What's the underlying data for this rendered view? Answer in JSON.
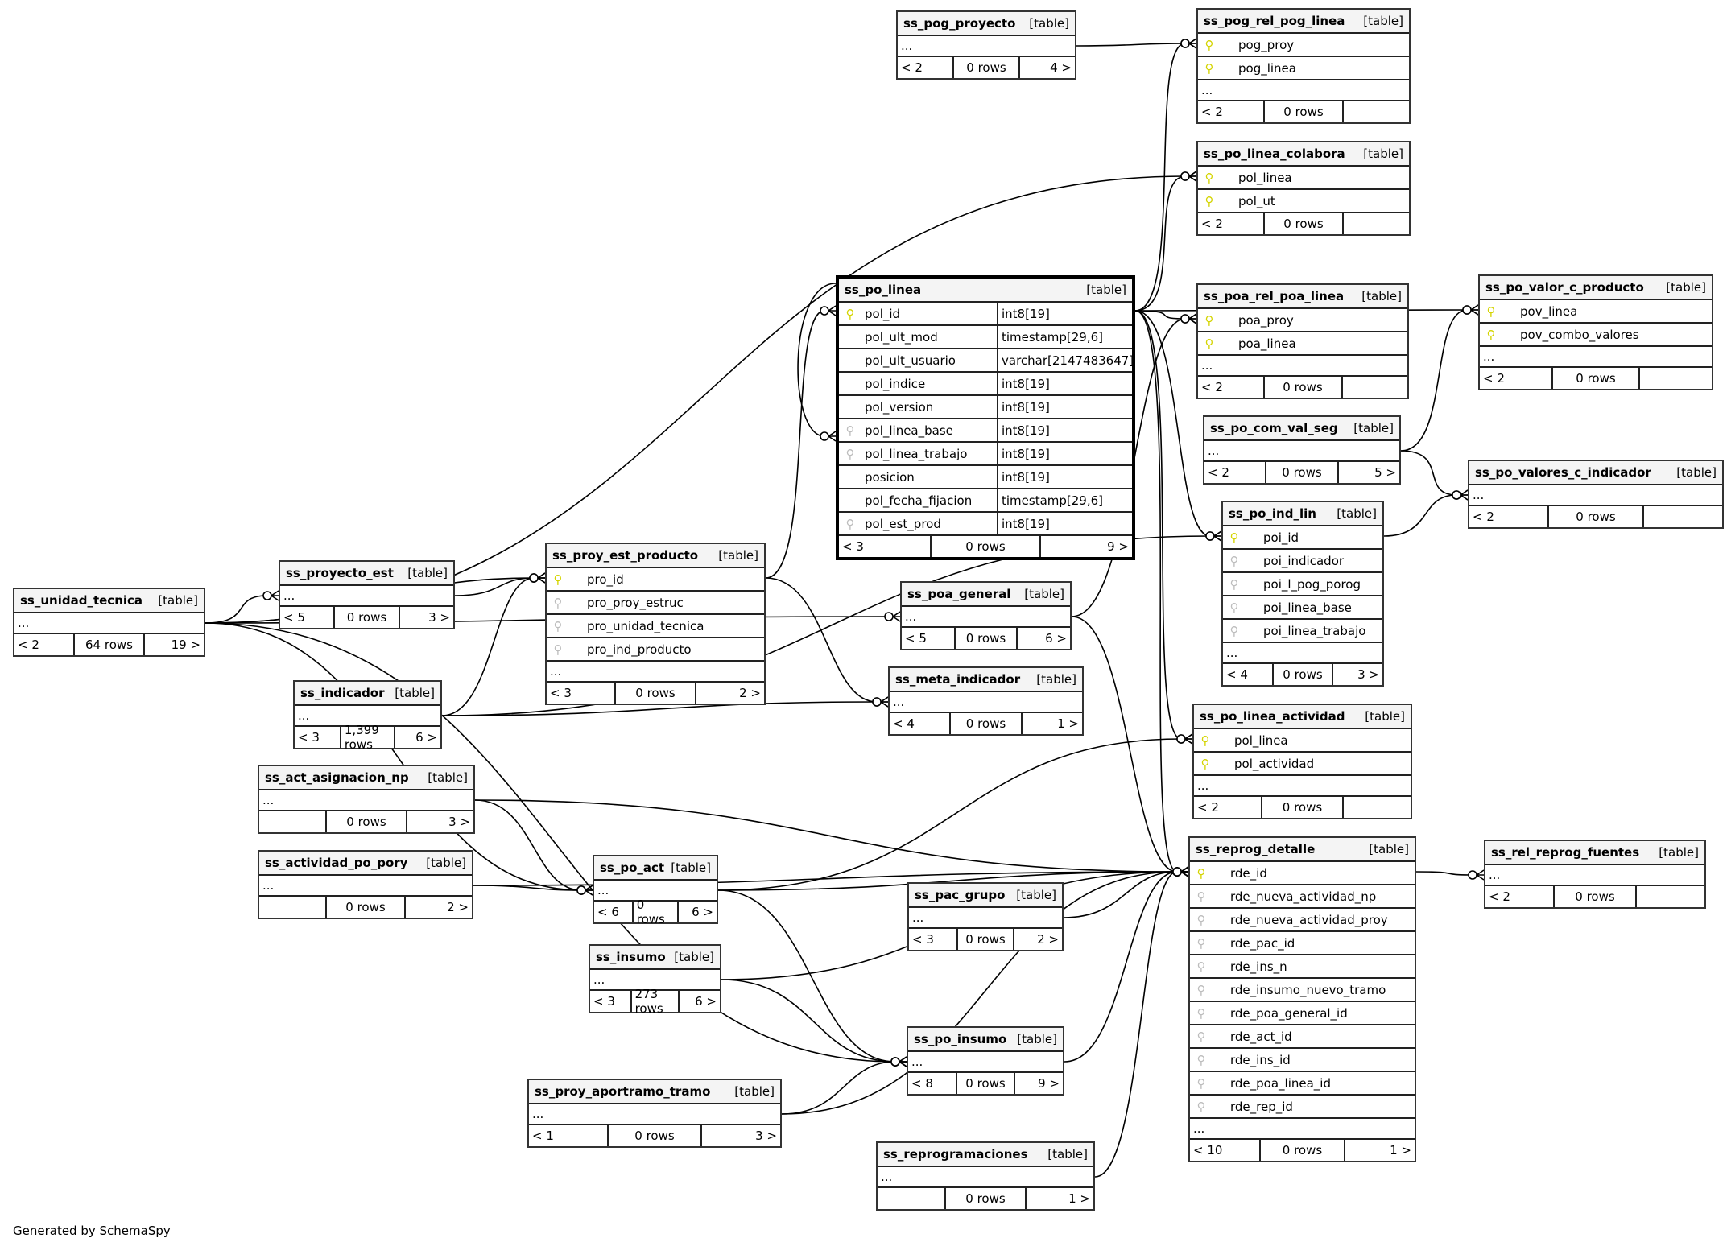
{
  "credit": "Generated by SchemaSpy",
  "tables": {
    "ss_pog_proyecto": {
      "name": "ss_pog_proyecto",
      "kind": "[table]",
      "cols": [],
      "more": "...",
      "foot": [
        "< 2",
        "0 rows",
        "4 >"
      ]
    },
    "ss_pog_rel_pog_linea": {
      "name": "ss_pog_rel_pog_linea",
      "kind": "[table]",
      "cols": [
        {
          "k": "pk",
          "n": "pog_proy"
        },
        {
          "k": "pk",
          "n": "pog_linea"
        }
      ],
      "more": "...",
      "foot": [
        "< 2",
        "0 rows",
        ""
      ]
    },
    "ss_po_linea_colabora": {
      "name": "ss_po_linea_colabora",
      "kind": "[table]",
      "cols": [
        {
          "k": "pk",
          "n": "pol_linea"
        },
        {
          "k": "pk",
          "n": "pol_ut"
        }
      ],
      "more": "",
      "foot": [
        "< 2",
        "0 rows",
        ""
      ]
    },
    "ss_po_linea": {
      "name": "ss_po_linea",
      "kind": "[table]",
      "cols": [
        {
          "k": "pk",
          "n": "pol_id",
          "t": "int8[19]"
        },
        {
          "k": "",
          "n": "pol_ult_mod",
          "t": "timestamp[29,6]"
        },
        {
          "k": "",
          "n": "pol_ult_usuario",
          "t": "varchar[2147483647]"
        },
        {
          "k": "",
          "n": "pol_indice",
          "t": "int8[19]"
        },
        {
          "k": "",
          "n": "pol_version",
          "t": "int8[19]"
        },
        {
          "k": "fk",
          "n": "pol_linea_base",
          "t": "int8[19]"
        },
        {
          "k": "fk",
          "n": "pol_linea_trabajo",
          "t": "int8[19]"
        },
        {
          "k": "",
          "n": "posicion",
          "t": "int8[19]"
        },
        {
          "k": "",
          "n": "pol_fecha_fijacion",
          "t": "timestamp[29,6]"
        },
        {
          "k": "fk",
          "n": "pol_est_prod",
          "t": "int8[19]"
        }
      ],
      "more": "",
      "foot": [
        "< 3",
        "0 rows",
        "9 >"
      ]
    },
    "ss_poa_rel_poa_linea": {
      "name": "ss_poa_rel_poa_linea",
      "kind": "[table]",
      "cols": [
        {
          "k": "pk",
          "n": "poa_proy"
        },
        {
          "k": "pk",
          "n": "poa_linea"
        }
      ],
      "more": "...",
      "foot": [
        "< 2",
        "0 rows",
        ""
      ]
    },
    "ss_po_valor_c_producto": {
      "name": "ss_po_valor_c_producto",
      "kind": "[table]",
      "cols": [
        {
          "k": "pk",
          "n": "pov_linea"
        },
        {
          "k": "pk",
          "n": "pov_combo_valores"
        }
      ],
      "more": "...",
      "foot": [
        "< 2",
        "0 rows",
        ""
      ]
    },
    "ss_po_com_val_seg": {
      "name": "ss_po_com_val_seg",
      "kind": "[table]",
      "cols": [],
      "more": "...",
      "foot": [
        "< 2",
        "0 rows",
        "5 >"
      ]
    },
    "ss_po_valores_c_indicador": {
      "name": "ss_po_valores_c_indicador",
      "kind": "[table]",
      "cols": [],
      "more": "...",
      "foot": [
        "< 2",
        "0 rows",
        ""
      ]
    },
    "ss_po_ind_lin": {
      "name": "ss_po_ind_lin",
      "kind": "[table]",
      "cols": [
        {
          "k": "pk",
          "n": "poi_id"
        },
        {
          "k": "fk",
          "n": "poi_indicador"
        },
        {
          "k": "fk",
          "n": "poi_l_pog_porog"
        },
        {
          "k": "fk",
          "n": "poi_linea_base"
        },
        {
          "k": "fk",
          "n": "poi_linea_trabajo"
        }
      ],
      "more": "...",
      "foot": [
        "< 4",
        "0 rows",
        "3 >"
      ]
    },
    "ss_unidad_tecnica": {
      "name": "ss_unidad_tecnica",
      "kind": "[table]",
      "cols": [],
      "more": "...",
      "foot": [
        "< 2",
        "64 rows",
        "19 >"
      ]
    },
    "ss_proyecto_est": {
      "name": "ss_proyecto_est",
      "kind": "[table]",
      "cols": [],
      "more": "...",
      "foot": [
        "< 5",
        "0 rows",
        "3 >"
      ]
    },
    "ss_proy_est_producto": {
      "name": "ss_proy_est_producto",
      "kind": "[table]",
      "cols": [
        {
          "k": "pk",
          "n": "pro_id"
        },
        {
          "k": "fk",
          "n": "pro_proy_estruc"
        },
        {
          "k": "fk",
          "n": "pro_unidad_tecnica"
        },
        {
          "k": "fk",
          "n": "pro_ind_producto"
        }
      ],
      "more": "...",
      "foot": [
        "< 3",
        "0 rows",
        "2 >"
      ]
    },
    "ss_poa_general": {
      "name": "ss_poa_general",
      "kind": "[table]",
      "cols": [],
      "more": "...",
      "foot": [
        "< 5",
        "0 rows",
        "6 >"
      ]
    },
    "ss_indicador": {
      "name": "ss_indicador",
      "kind": "[table]",
      "cols": [],
      "more": "...",
      "foot": [
        "< 3",
        "1,399 rows",
        "6 >"
      ]
    },
    "ss_meta_indicador": {
      "name": "ss_meta_indicador",
      "kind": "[table]",
      "cols": [],
      "more": "...",
      "foot": [
        "< 4",
        "0 rows",
        "1 >"
      ]
    },
    "ss_po_linea_actividad": {
      "name": "ss_po_linea_actividad",
      "kind": "[table]",
      "cols": [
        {
          "k": "pk",
          "n": "pol_linea"
        },
        {
          "k": "pk",
          "n": "pol_actividad"
        }
      ],
      "more": "...",
      "foot": [
        "< 2",
        "0 rows",
        ""
      ]
    },
    "ss_act_asignacion_np": {
      "name": "ss_act_asignacion_np",
      "kind": "[table]",
      "cols": [],
      "more": "...",
      "foot": [
        "",
        "0 rows",
        "3 >"
      ]
    },
    "ss_actividad_po_pory": {
      "name": "ss_actividad_po_pory",
      "kind": "[table]",
      "cols": [],
      "more": "...",
      "foot": [
        "",
        "0 rows",
        "2 >"
      ]
    },
    "ss_po_act": {
      "name": "ss_po_act",
      "kind": "[table]",
      "cols": [],
      "more": "...",
      "foot": [
        "< 6",
        "0 rows",
        "6 >"
      ]
    },
    "ss_pac_grupo": {
      "name": "ss_pac_grupo",
      "kind": "[table]",
      "cols": [],
      "more": "...",
      "foot": [
        "< 3",
        "0 rows",
        "2 >"
      ]
    },
    "ss_insumo": {
      "name": "ss_insumo",
      "kind": "[table]",
      "cols": [],
      "more": "...",
      "foot": [
        "< 3",
        "273 rows",
        "6 >"
      ]
    },
    "ss_po_insumo": {
      "name": "ss_po_insumo",
      "kind": "[table]",
      "cols": [],
      "more": "...",
      "foot": [
        "< 8",
        "0 rows",
        "9 >"
      ]
    },
    "ss_proy_aportramo_tramo": {
      "name": "ss_proy_aportramo_tramo",
      "kind": "[table]",
      "cols": [],
      "more": "...",
      "foot": [
        "< 1",
        "0 rows",
        "3 >"
      ]
    },
    "ss_reprogramaciones": {
      "name": "ss_reprogramaciones",
      "kind": "[table]",
      "cols": [],
      "more": "...",
      "foot": [
        "",
        "0 rows",
        "1 >"
      ]
    },
    "ss_reprog_detalle": {
      "name": "ss_reprog_detalle",
      "kind": "[table]",
      "cols": [
        {
          "k": "pk",
          "n": "rde_id"
        },
        {
          "k": "fk",
          "n": "rde_nueva_actividad_np"
        },
        {
          "k": "fk",
          "n": "rde_nueva_actividad_proy"
        },
        {
          "k": "fk",
          "n": "rde_pac_id"
        },
        {
          "k": "fk",
          "n": "rde_ins_n"
        },
        {
          "k": "fk",
          "n": "rde_insumo_nuevo_tramo"
        },
        {
          "k": "fk",
          "n": "rde_poa_general_id"
        },
        {
          "k": "fk",
          "n": "rde_act_id"
        },
        {
          "k": "fk",
          "n": "rde_ins_id"
        },
        {
          "k": "fk",
          "n": "rde_poa_linea_id"
        },
        {
          "k": "fk",
          "n": "rde_rep_id"
        }
      ],
      "more": "...",
      "foot": [
        "< 10",
        "0 rows",
        "1 >"
      ]
    },
    "ss_rel_reprog_fuentes": {
      "name": "ss_rel_reprog_fuentes",
      "kind": "[table]",
      "cols": [],
      "more": "...",
      "foot": [
        "< 2",
        "0 rows",
        ""
      ]
    }
  },
  "relationships": [
    [
      "ss_pog_proyecto",
      "ss_pog_rel_pog_linea"
    ],
    [
      "ss_po_linea",
      "ss_pog_rel_pog_linea"
    ],
    [
      "ss_po_linea",
      "ss_po_linea_colabora"
    ],
    [
      "ss_unidad_tecnica",
      "ss_po_linea_colabora"
    ],
    [
      "ss_po_linea",
      "ss_poa_rel_poa_linea"
    ],
    [
      "ss_poa_general",
      "ss_poa_rel_poa_linea"
    ],
    [
      "ss_po_linea",
      "ss_po_valor_c_producto"
    ],
    [
      "ss_po_com_val_seg",
      "ss_po_valor_c_producto"
    ],
    [
      "ss_po_com_val_seg",
      "ss_po_valores_c_indicador"
    ],
    [
      "ss_po_ind_lin",
      "ss_po_valores_c_indicador"
    ],
    [
      "ss_po_linea",
      "ss_po_ind_lin"
    ],
    [
      "ss_indicador",
      "ss_po_ind_lin"
    ],
    [
      "ss_po_linea",
      "ss_po_linea"
    ],
    [
      "ss_proy_est_producto",
      "ss_po_linea"
    ],
    [
      "ss_unidad_tecnica",
      "ss_proyecto_est"
    ],
    [
      "ss_proyecto_est",
      "ss_proy_est_producto"
    ],
    [
      "ss_unidad_tecnica",
      "ss_proy_est_producto"
    ],
    [
      "ss_indicador",
      "ss_proy_est_producto"
    ],
    [
      "ss_unidad_tecnica",
      "ss_poa_general"
    ],
    [
      "ss_indicador",
      "ss_meta_indicador"
    ],
    [
      "ss_proy_est_producto",
      "ss_meta_indicador"
    ],
    [
      "ss_po_linea",
      "ss_po_linea_actividad"
    ],
    [
      "ss_po_act",
      "ss_po_linea_actividad"
    ],
    [
      "ss_act_asignacion_np",
      "ss_po_act"
    ],
    [
      "ss_actividad_po_pory",
      "ss_po_act"
    ],
    [
      "ss_unidad_tecnica",
      "ss_po_act"
    ],
    [
      "ss_po_act",
      "ss_po_insumo"
    ],
    [
      "ss_insumo",
      "ss_po_insumo"
    ],
    [
      "ss_proy_aportramo_tramo",
      "ss_po_insumo"
    ],
    [
      "ss_unidad_tecnica",
      "ss_po_insumo"
    ],
    [
      "ss_act_asignacion_np",
      "ss_reprog_detalle"
    ],
    [
      "ss_actividad_po_pory",
      "ss_reprog_detalle"
    ],
    [
      "ss_pac_grupo",
      "ss_reprog_detalle"
    ],
    [
      "ss_insumo",
      "ss_reprog_detalle"
    ],
    [
      "ss_proy_aportramo_tramo",
      "ss_reprog_detalle"
    ],
    [
      "ss_poa_general",
      "ss_reprog_detalle"
    ],
    [
      "ss_po_act",
      "ss_reprog_detalle"
    ],
    [
      "ss_po_insumo",
      "ss_reprog_detalle"
    ],
    [
      "ss_po_linea",
      "ss_reprog_detalle"
    ],
    [
      "ss_reprogramaciones",
      "ss_reprog_detalle"
    ],
    [
      "ss_reprog_detalle",
      "ss_rel_reprog_fuentes"
    ]
  ]
}
